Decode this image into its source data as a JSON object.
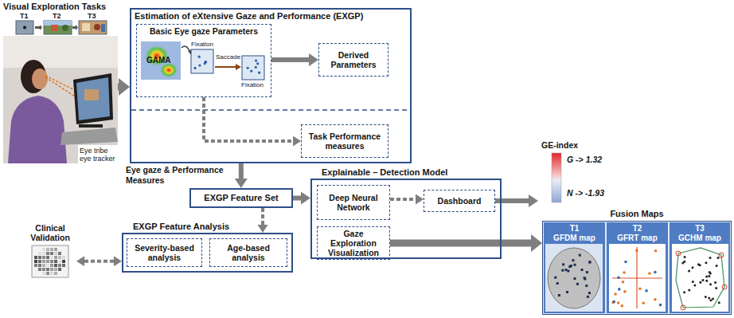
{
  "diagram": {
    "nodes": [
      {
        "text": [
          "Eye tribe eye tracker"
        ]
      },
      {
        "text": [
          "Estimation of eXtensive Gaze and Performance (EXGP)"
        ]
      },
      {
        "text": [
          "Basic Eye gaze Parameters"
        ],
        "in": 1
      },
      {
        "text": [
          "Derived Parameters"
        ],
        "in": 1
      },
      {
        "text": [
          "Task Performance measures"
        ],
        "in": 1
      },
      {
        "text": [
          "EXGP Feature Set"
        ]
      },
      {
        "text": [
          "Explainable – Detection Model"
        ]
      },
      {
        "text": [
          "Deep Neural Network"
        ],
        "in": 6
      },
      {
        "text": [
          "Dashboard"
        ],
        "in": 6
      },
      {
        "text": [
          "Gaze Exploration Visualization"
        ],
        "in": 6
      },
      {
        "text": [
          "GE-index",
          "G -> 1.32",
          "N -> -1.93"
        ]
      },
      {
        "text": [
          "Fusion Maps"
        ]
      },
      {
        "text": [
          "T1",
          "GFDM map"
        ],
        "in": 11
      },
      {
        "text": [
          "T2",
          "GFRT map"
        ],
        "in": 11
      },
      {
        "text": [
          "T3",
          "GCHM map"
        ],
        "in": 11
      },
      {
        "text": [
          "EXGP Feature Analysis"
        ]
      },
      {
        "text": [
          "Severity-based analysis"
        ],
        "in": 15
      },
      {
        "text": [
          "Age-based analysis"
        ],
        "in": 15
      },
      {
        "text": [
          "Clinical Validation"
        ]
      }
    ],
    "edges": [
      {
        "from": 0,
        "to": 1,
        "arrow": "to"
      },
      {
        "from": 2,
        "to": 3,
        "arrow": "to"
      },
      {
        "from": 2,
        "to": 4,
        "arrow": "to"
      },
      {
        "from": 1,
        "to": 5,
        "label": "Eye gaze & Performance Measures",
        "arrow": "to"
      },
      {
        "from": 5,
        "to": 6,
        "arrow": "to"
      },
      {
        "from": 7,
        "to": 8,
        "arrow": "to"
      },
      {
        "from": 8,
        "to": 10,
        "arrow": "to"
      },
      {
        "from": 9,
        "to": 11,
        "arrow": "to"
      },
      {
        "from": 5,
        "to": 15,
        "arrow": "to"
      },
      {
        "from": 18,
        "to": 15,
        "arrow": "both"
      }
    ],
    "labels": [
      "Visual Exploration Tasks",
      "T1",
      "T2",
      "T3",
      "GAMA",
      "Fixation",
      "Saccade",
      "Fixation"
    ]
  }
}
